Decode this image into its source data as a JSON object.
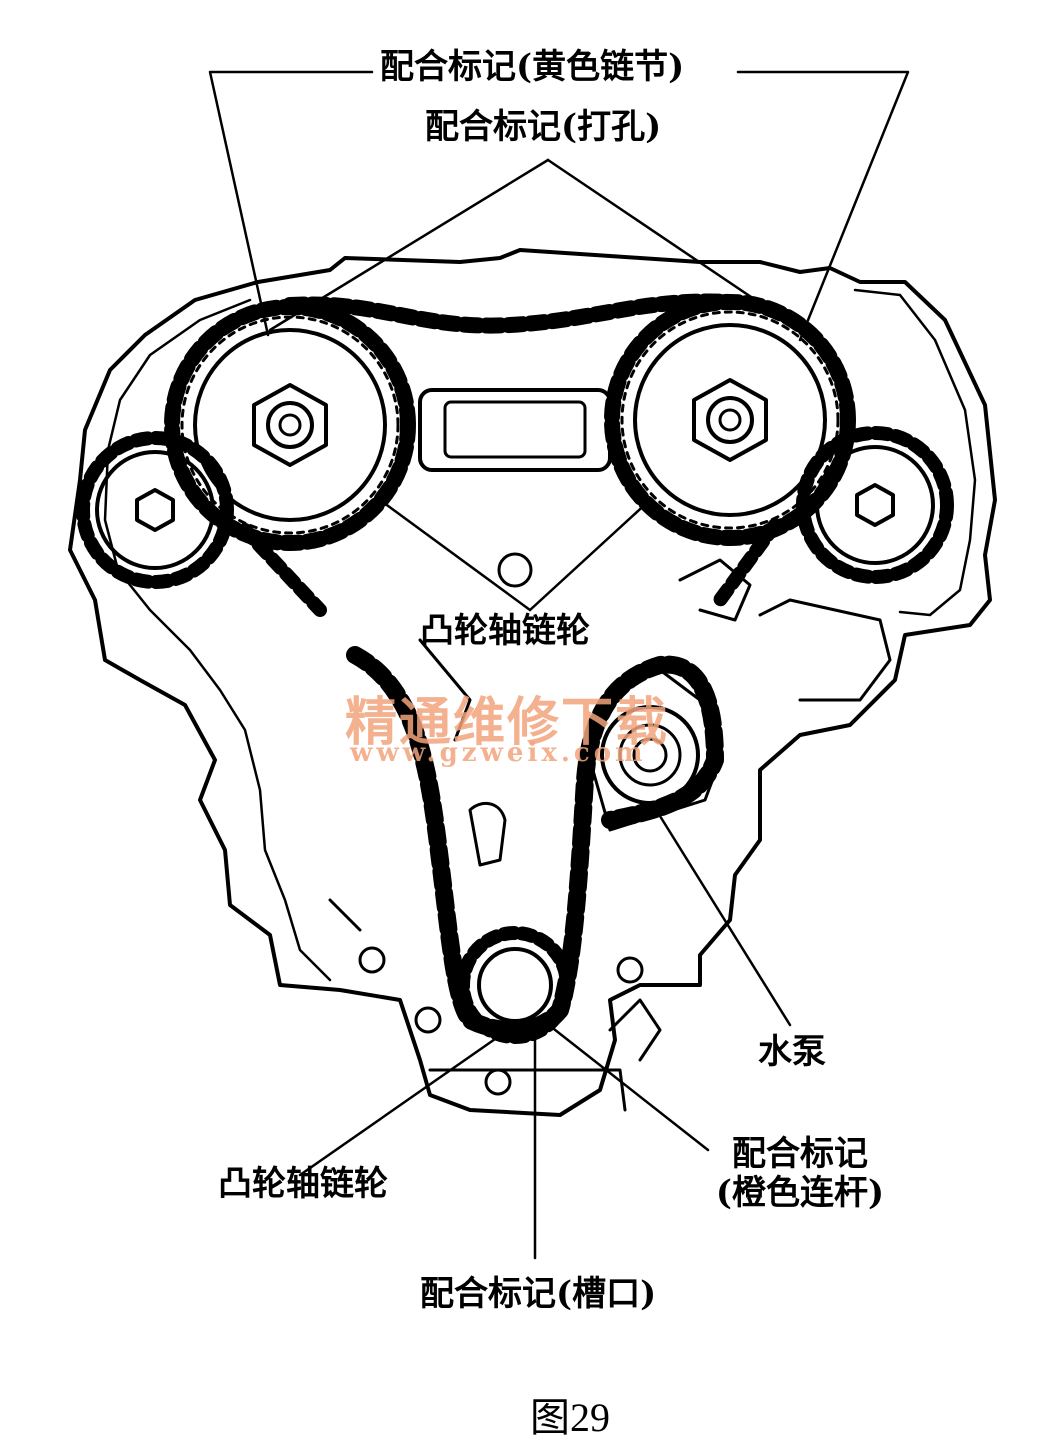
{
  "labels": {
    "mark_yellow_link": "配合标记(黄色链节)",
    "mark_punch": "配合标记(打孔)",
    "cam_sprocket_upper": "凸轮轴链轮",
    "water_pump": "水泵",
    "cam_sprocket_lower": "凸轮轴链轮",
    "mark_orange_link_line1": "配合标记",
    "mark_orange_link_line2": "(橙色连杆)",
    "mark_notch": "配合标记(槽口)"
  },
  "watermark": {
    "title": "精通维修下载",
    "url": "www.gzweix.com",
    "color": "#f3a47c"
  },
  "figure_caption": "图29"
}
